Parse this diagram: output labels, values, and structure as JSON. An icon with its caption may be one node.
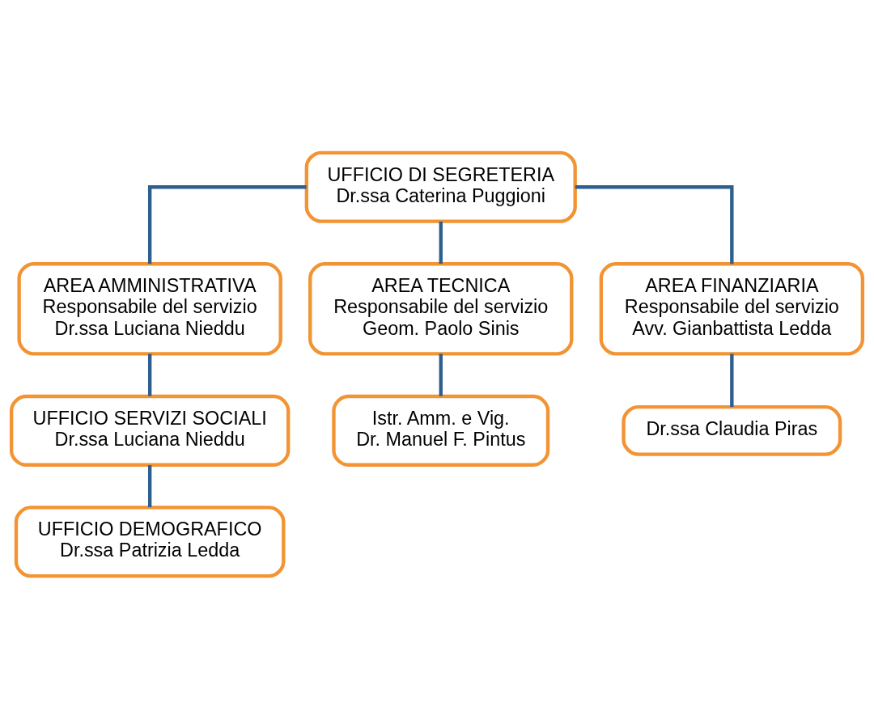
{
  "diagram": {
    "nodes": [
      {
        "text": [
          "UFFICIO DI SEGRETERIA",
          "Dr.ssa Caterina Puggioni"
        ]
      },
      {
        "text": [
          "AREA AMMINISTRATIVA",
          "Responsabile del servizio",
          "Dr.ssa Luciana Nieddu"
        ]
      },
      {
        "text": [
          "AREA TECNICA",
          "Responsabile del servizio",
          "Geom. Paolo Sinis"
        ]
      },
      {
        "text": [
          "AREA FINANZIARIA",
          "Responsabile del servizio",
          "Avv. Gianbattista Ledda"
        ]
      },
      {
        "text": [
          "UFFICIO SERVIZI SOCIALI",
          "Dr.ssa Luciana Nieddu"
        ]
      },
      {
        "text": [
          "Istr. Amm. e Vig.",
          "Dr. Manuel F. Pintus"
        ]
      },
      {
        "text": [
          "Dr.ssa Claudia Piras"
        ]
      },
      {
        "text": [
          "UFFICIO DEMOGRAFICO",
          "Dr.ssa Patrizia Ledda"
        ]
      }
    ],
    "edges": [
      {
        "from": 0,
        "to": 1,
        "arrow": "none"
      },
      {
        "from": 0,
        "to": 2,
        "arrow": "none"
      },
      {
        "from": 0,
        "to": 3,
        "arrow": "none"
      },
      {
        "from": 1,
        "to": 4,
        "arrow": "none"
      },
      {
        "from": 2,
        "to": 5,
        "arrow": "none"
      },
      {
        "from": 3,
        "to": 6,
        "arrow": "none"
      },
      {
        "from": 4,
        "to": 7,
        "arrow": "none"
      }
    ]
  }
}
